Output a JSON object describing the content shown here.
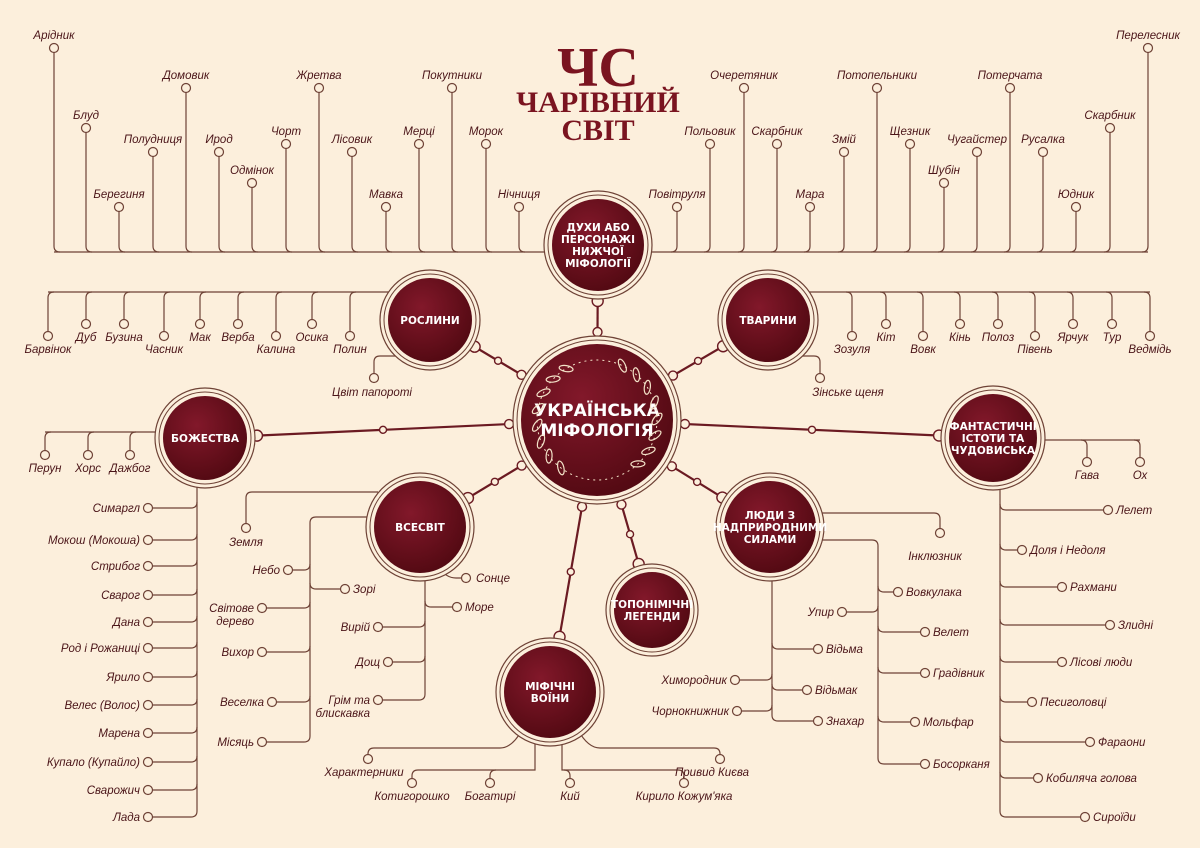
{
  "title": {
    "monogram": "ЧС",
    "line1": "ЧАРІВНИЙ",
    "line2": "СВІТ"
  },
  "center": {
    "label": "УКРАЇНСЬКА\nМІФОЛОГІЯ"
  },
  "colors": {
    "background": "#fcefdc",
    "accent": "#6b0f1a",
    "line": "#6e4236",
    "text": "#4a1418"
  },
  "categories": {
    "spirits": {
      "label": "ДУХИ АБО\nПЕРСОНАЖІ\nНИЖЧОЇ\nМІФОЛОГІЇ",
      "items": [
        "Арідник",
        "Блуд",
        "Берегиня",
        "Полудниця",
        "Домовик",
        "Ирод",
        "Одмінок",
        "Чорт",
        "Жретва",
        "Лісовик",
        "Мавка",
        "Мерці",
        "Покутники",
        "Морок",
        "Нічниця",
        "Повітруля",
        "Польовик",
        "Очеретяник",
        "Скарбник",
        "Мара",
        "Змій",
        "Потопельники",
        "Щезник",
        "Шубін",
        "Чугайстер",
        "Потерчата",
        "Русалка",
        "Юдник",
        "Скарбник",
        "Перелесник"
      ]
    },
    "plants": {
      "label": "РОСЛИНИ",
      "items": [
        "Барвінок",
        "Дуб",
        "Бузина",
        "Часник",
        "Мак",
        "Верба",
        "Калина",
        "Осика",
        "Полин",
        "Цвіт папороті"
      ]
    },
    "animals": {
      "label": "ТВАРИНИ",
      "items": [
        "Зозуля",
        "Кіт",
        "Вовк",
        "Кінь",
        "Полоз",
        "Півень",
        "Ярчук",
        "Тур",
        "Ведмідь",
        "Зінське щеня"
      ]
    },
    "deities": {
      "label": "БОЖЕСТВА",
      "items": [
        "Перун",
        "Хорс",
        "Дажбог",
        "Симаргл",
        "Мокош (Мокоша)",
        "Стрибог",
        "Сварог",
        "Дана",
        "Род і Рожаниці",
        "Ярило",
        "Велес (Волос)",
        "Марена",
        "Купало (Купайло)",
        "Сварожич",
        "Лада"
      ]
    },
    "fantastic": {
      "label": "ФАНТАСТИЧНІ\nІСТОТИ ТА\nЧУДОВИСЬКА",
      "items": [
        "Гава",
        "Ох",
        "Лелет",
        "Доля і Недоля",
        "Рахмани",
        "Злидні",
        "Лісові люди",
        "Песиголовці",
        "Фараони",
        "Кобиляча голова",
        "Сироїди"
      ]
    },
    "universe": {
      "label": "ВСЕСВІТ",
      "items": [
        "Земля",
        "Небо",
        "Зорі",
        "Світове\nдерево",
        "Вихор",
        "Веселка",
        "Місяць",
        "Сонце",
        "Море",
        "Вирій",
        "Дощ",
        "Грім та\nблискавка"
      ]
    },
    "people": {
      "label": "ЛЮДИ З\nНАДПРИРОДНИМИ\nСИЛАМИ",
      "items": [
        "Інклюзник",
        "Вовкулака",
        "Упир",
        "Велет",
        "Відьма",
        "Химородник",
        "Відьмак",
        "Чорнокнижник",
        "Знахар",
        "Градівник",
        "Мольфар",
        "Босорканя"
      ]
    },
    "toponymic": {
      "label": "ТОПОНІМІЧНІ\nЛЕГЕНДИ",
      "items": []
    },
    "warriors": {
      "label": "МІФІЧНІ\nВОЇНИ",
      "items": [
        "Характерники",
        "Котигорошко",
        "Богатирі",
        "Кий",
        "Кирило Кожум'яка",
        "Привид Києва"
      ]
    }
  }
}
